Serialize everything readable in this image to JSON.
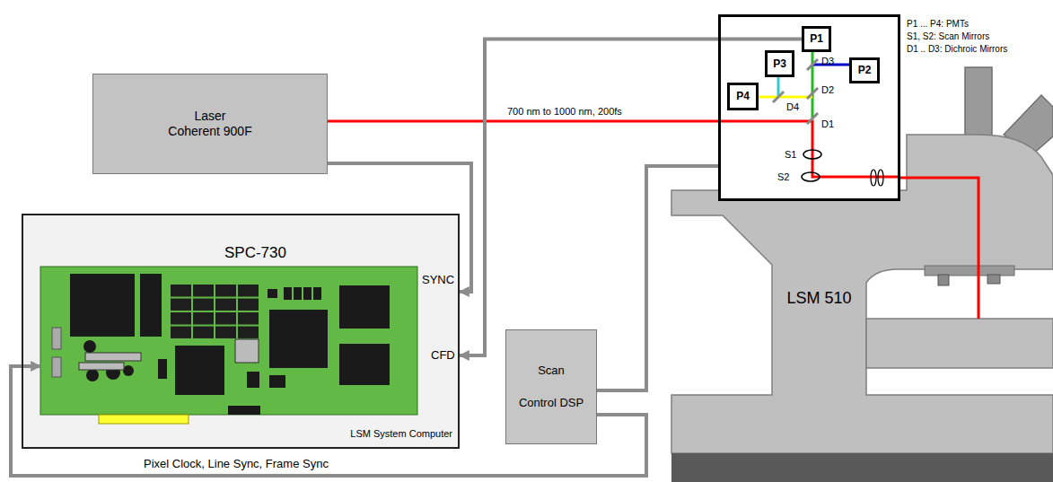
{
  "diagram": {
    "nodes": [
      {
        "text": [
          "Laser Coherent 900F"
        ]
      },
      {
        "text": [
          "D3",
          "D2",
          "D4",
          "D1",
          "S1",
          "S2"
        ]
      },
      {
        "text": [
          "P1"
        ],
        "in": 1
      },
      {
        "text": [
          "P3"
        ],
        "in": 1
      },
      {
        "text": [
          "P2"
        ],
        "in": 1
      },
      {
        "text": [
          "P4"
        ],
        "in": 1
      },
      {
        "text": [
          "LSM System Computer"
        ]
      },
      {
        "text": [
          "SPC-730"
        ],
        "in": 6
      },
      {
        "text": [
          "Scan Control DSP"
        ]
      },
      {
        "text": [
          "LSM 510"
        ]
      }
    ],
    "edges": [
      {
        "from": 0,
        "to": 1,
        "arrow": "none",
        "label": "700 nm to 1000 nm, 200fs"
      },
      {
        "from": 0,
        "to": 6,
        "arrow": "to"
      },
      {
        "from": 2,
        "to": 6,
        "arrow": "to"
      },
      {
        "from": 8,
        "to": 1,
        "arrow": "none"
      },
      {
        "from": 8,
        "to": 7,
        "arrow": "to",
        "label": "Pixel Clock, Line Sync, Frame Sync"
      },
      {
        "from": 1,
        "to": 9,
        "arrow": "none"
      }
    ],
    "labels": [
      "P1 ... P4: PMTs",
      "S1, S2: Scan Mirrors",
      "D1 .. D3: Dichroic Mirrors",
      "SYNC",
      "CFD"
    ]
  }
}
